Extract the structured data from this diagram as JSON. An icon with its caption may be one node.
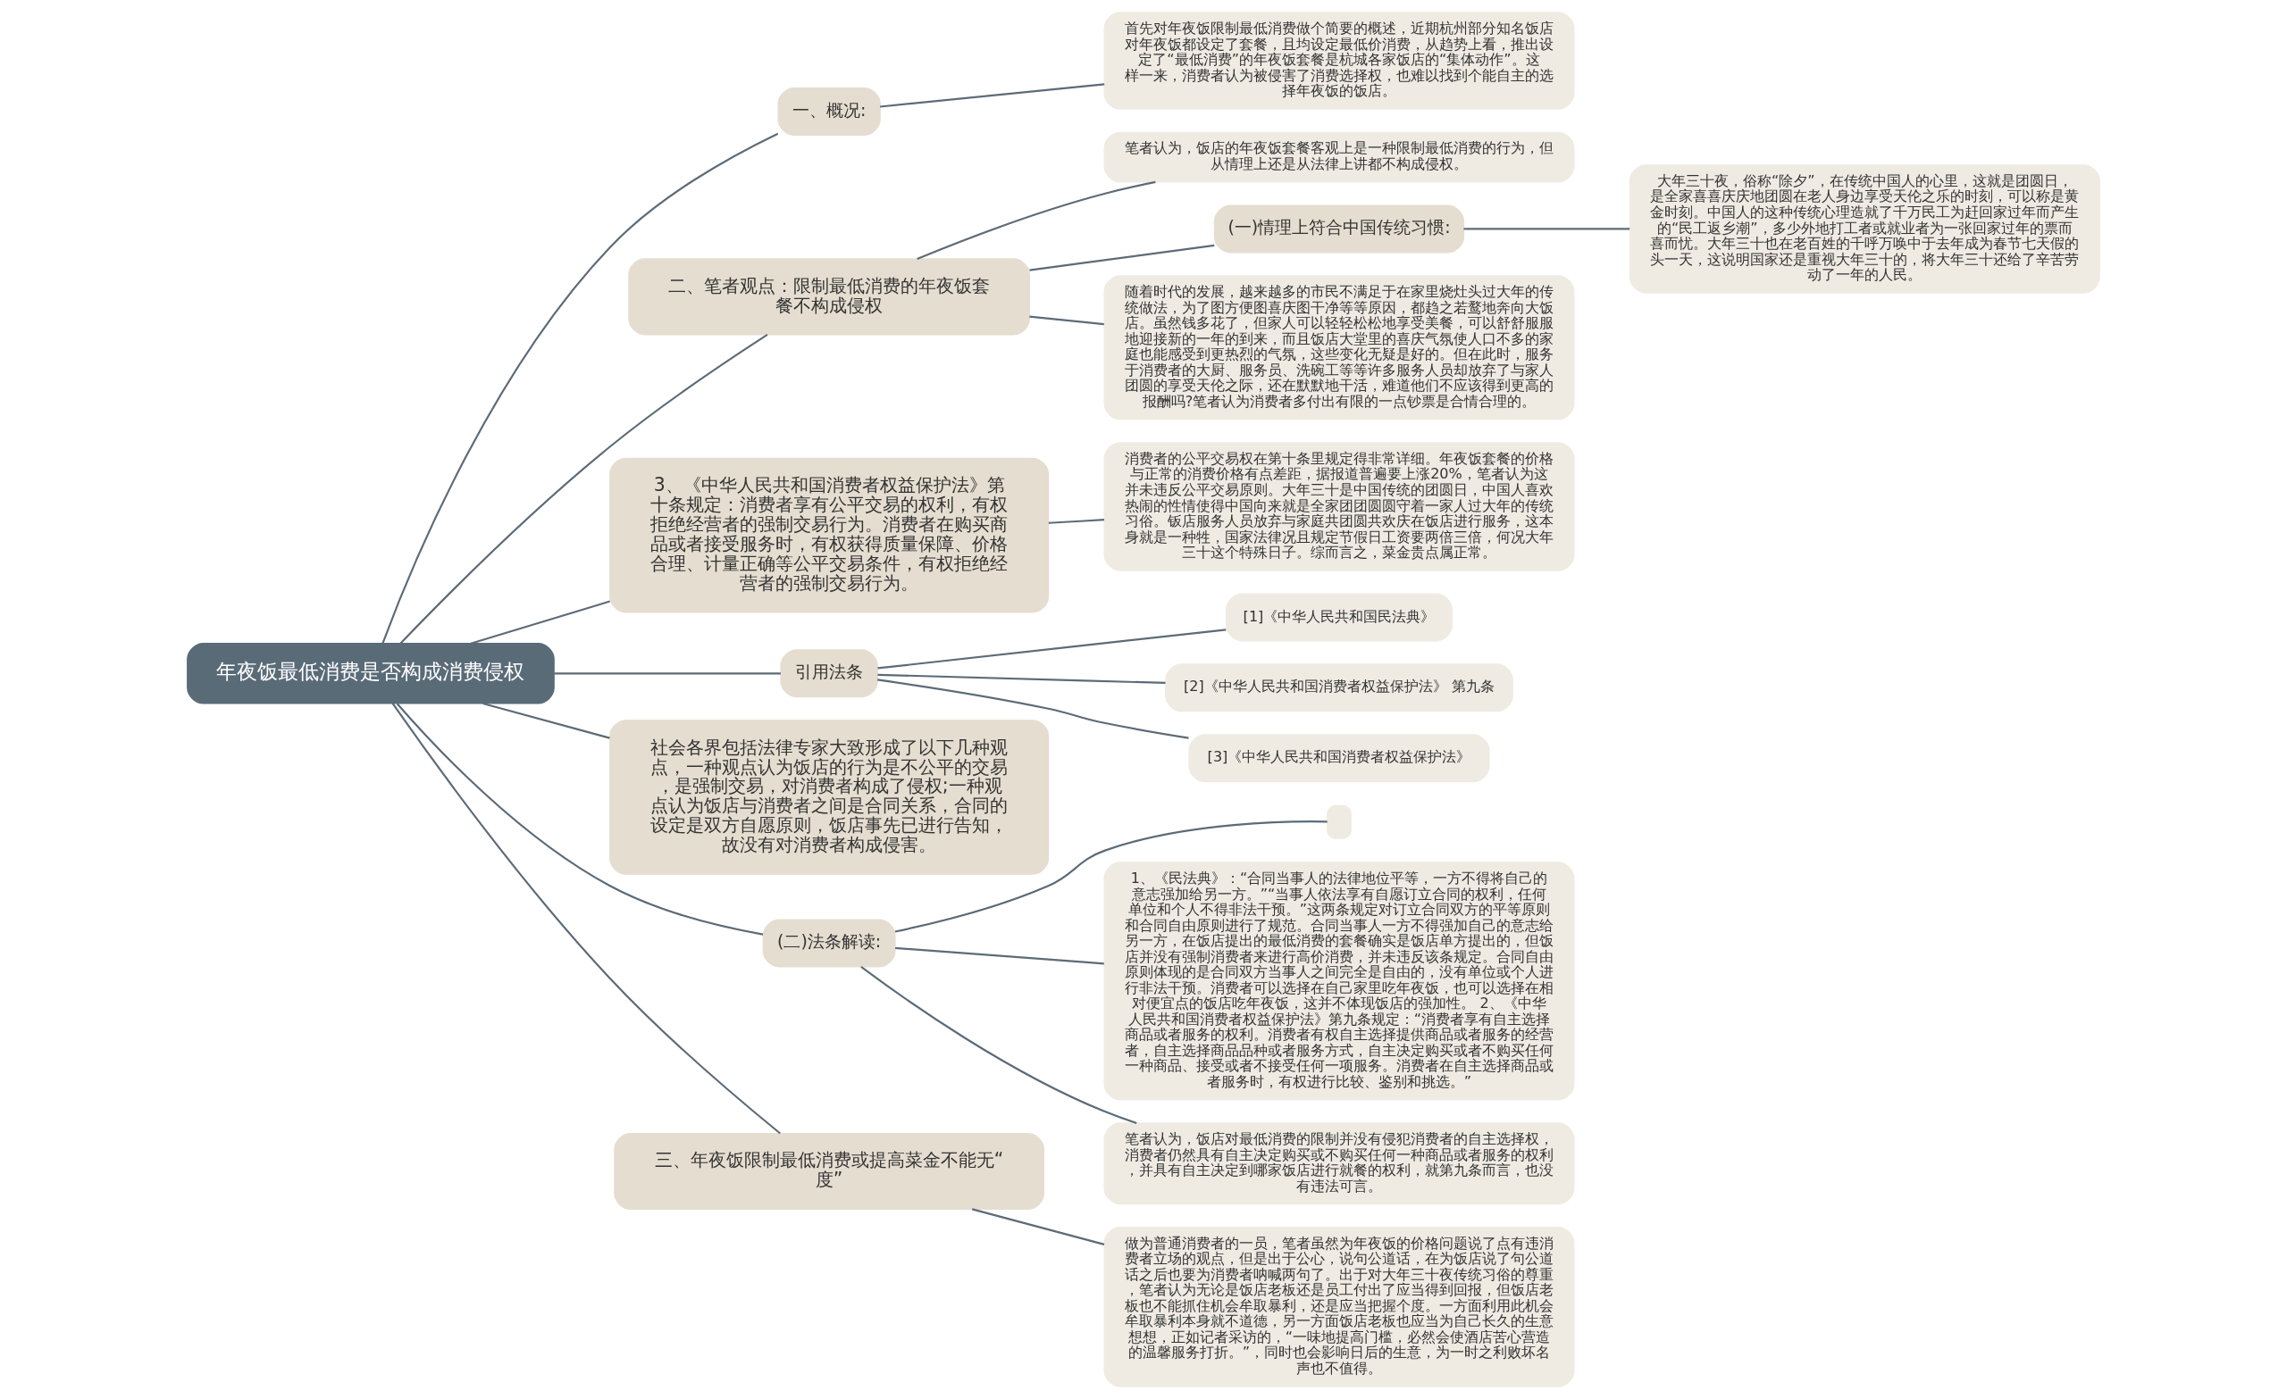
{
  "diagram": {
    "nodes": [
      {
        "text": [
          "年夜饭最低消费是否构成消费侵权"
        ]
      },
      {
        "text": [
          "一、概况:"
        ]
      },
      {
        "text": [
          "首先对年夜饭限制最低消费做个简要的概述，近期杭州部分知名饭店对年夜饭都设定了套餐，且均设定最低价消费，从趋势上看，推出设定了“最低消费”的年夜饭套餐是杭城各家饭店的“集体动作”。这样一来，消费者认为被侵害了消费选择权，也难以找到个能自主的选择年夜饭的饭店。"
        ]
      },
      {
        "text": [
          "二、笔者观点：限制最低消费的年夜饭套餐不构成侵权"
        ]
      },
      {
        "text": [
          "笔者认为，饭店的年夜饭套餐客观上是一种限制最低消费的行为，但从情理上还是从法律上讲都不构成侵权。"
        ]
      },
      {
        "text": [
          "(一)情理上符合中国传统习惯:"
        ]
      },
      {
        "text": [
          "大年三十夜，俗称“除夕”，在传统中国人的心里，这就是团圆日，是全家喜喜庆庆地团圆在老人身边享受天伦之乐的时刻，可以称是黄金时刻。中国人的这种传统心理造就了千万民工为赶回家过年而产生的“民工返乡潮”，多少外地打工者或就业者为一张回家过年的票而喜而忧。大年三十也在老百姓的千呼万唤中于去年成为春节七天假的头一天，这说明国家还是重视大年三十的，将大年三十还给了辛苦劳动了一年的人民。"
        ]
      },
      {
        "text": [
          "随着时代的发展，越来越多的市民不满足于在家里烧灶头过大年的传统做法，为了图方便图喜庆图干净等等原因，都趋之若鹜地奔向大饭店。虽然钱多花了，但家人可以轻轻松松地享受美餐，可以舒舒服服地迎接新的一年的到来，而且饭店大堂里的喜庆气氛使人口不多的家庭也能感受到更热烈的气氛，这些变化无疑是好的。但在此时，服务于消费者的大厨、服务员、洗碗工等等许多服务人员却放弃了与家人团圆的享受天伦之际，还在默默地干活，难道他们不应该得到更高的报酬吗?笔者认为消费者多付出有限的一点钞票是合情合理的。"
        ]
      },
      {
        "text": [
          "3、《中华人民共和国消费者权益保护法》第十条规定：消费者享有公平交易的权利，有权拒绝经营者的强制交易行为。消费者在购买商品或者接受服务时，有权获得质量保障、价格合理、计量正确等公平交易条件，有权拒绝经营者的强制交易行为。"
        ]
      },
      {
        "text": [
          "消费者的公平交易权在第十条里规定得非常详细。年夜饭套餐的价格与正常的消费价格有点差距，据报道普遍要上涨20%，笔者认为这并未违反公平交易原则。大年三十是中国传统的团圆日，中国人喜欢热闹的性情使得中国向来就是全家团团圆圆守着一家人过大年的传统习俗。钣店服务人员放弃与家庭共团圆共欢庆在饭店进行服务，这本身就是一种牲，国家法律况且规定节假日工资要两倍三倍，何况大年三十这个特殊日子。综而言之，菜金贵点属正常。"
        ]
      },
      {
        "text": [
          "引用法条"
        ]
      },
      {
        "text": [
          "[1]《中华人民共和国民法典》"
        ]
      },
      {
        "text": [
          "[2]《中华人民共和国消费者权益保护法》 第九条"
        ]
      },
      {
        "text": [
          "[3]《中华人民共和国消费者权益保护法》"
        ]
      },
      {
        "text": [
          "社会各界包括法律专家大致形成了以下几种观点，一种观点认为饭店的行为是不公平的交易，是强制交易，对消费者构成了侵权;一种观点认为饭店与消费者之间是合同关系，合同的设定是双方自愿原则，饭店事先已进行告知，故没有对消费者构成侵害。"
        ]
      },
      {
        "text": [
          "(二)法条解读:"
        ]
      },
      {
        "text": [],
        "shape": "box"
      },
      {
        "text": [
          "1、《民法典》：“合同当事人的法律地位平等，一方不得将自己的意志强加给另一方。”“当事人依法享有自愿订立合同的权利，任何单位和个人不得非法干预。”这两条规定对订立合同双方的平等原则和合同自由原则进行了规范。合同当事人一方不得强加自己的意志给另一方，在饭店提出的最低消费的套餐确实是饭店单方提出的，但饭店并没有强制消费者来进行高价消费，并未违反该条规定。合同自由原则体现的是合同双方当事人之间完全是自由的，没有单位或个人进行非法干预。消费者可以选择在自己家里吃年夜饭，也可以选择在相对便宜点的饭店吃年夜饭，这并不体现饭店的强加性。 2、《中华人民共和国消费者权益保护法》第九条规定：“消费者享有自主选择商品或者服务的权利。消费者有权自主选择提供商品或者服务的经营者，自主选择商品品种或者服务方式，自主决定购买或者不购买任何一种商品、接受或者不接受任何一项服务。消费者在自主选择商品或者服务时，有权进行比较、鉴别和挑选。”"
        ]
      },
      {
        "text": [
          "笔者认为，饭店对最低消费的限制并没有侵犯消费者的自主选择权，消费者仍然具有自主决定购买或不购买任何一种商品或者服务的权利，并具有自主决定到哪家饭店进行就餐的权利，就第九条而言，也没有违法可言。"
        ]
      },
      {
        "text": [
          "三、年夜饭限制最低消费或提高菜金不能无“度”"
        ]
      },
      {
        "text": [
          "做为普通消费者的一员，笔者虽然为年夜饭的价格问题说了点有违消费者立场的观点，但是出于公心，说句公道话，在为饭店说了句公道话之后也要为消费者呐喊两句了。出于对大年三十夜传统习俗的尊重，笔者认为无论是饭店老板还是员工付出了应当得到回报，但饭店老板也不能抓住机会牟取暴利，还是应当把握个度。一方面利用此机会牟取暴利本身就不道德，另一方面饭店老板也应当为自己长久的生意想想，正如记者采访的，“一味地提高门槛，必然会使酒店苦心营造的温馨服务打折。”，同时也会影响日后的生意，为一时之利败坏名声也不值得。"
        ]
      }
    ],
    "edges": [
      {
        "from": 0,
        "to": 1,
        "arrow": "none"
      },
      {
        "from": 1,
        "to": 2,
        "arrow": "none"
      },
      {
        "from": 0,
        "to": 3,
        "arrow": "none"
      },
      {
        "from": 3,
        "to": 4,
        "arrow": "none"
      },
      {
        "from": 3,
        "to": 5,
        "arrow": "none"
      },
      {
        "from": 5,
        "to": 6,
        "arrow": "none"
      },
      {
        "from": 3,
        "to": 7,
        "arrow": "none"
      },
      {
        "from": 0,
        "to": 8,
        "arrow": "none"
      },
      {
        "from": 8,
        "to": 9,
        "arrow": "none"
      },
      {
        "from": 0,
        "to": 10,
        "arrow": "none"
      },
      {
        "from": 10,
        "to": 11,
        "arrow": "none"
      },
      {
        "from": 10,
        "to": 12,
        "arrow": "none"
      },
      {
        "from": 10,
        "to": 13,
        "arrow": "none"
      },
      {
        "from": 0,
        "to": 14,
        "arrow": "none"
      },
      {
        "from": 0,
        "to": 15,
        "arrow": "none"
      },
      {
        "from": 15,
        "to": 16,
        "arrow": "none"
      },
      {
        "from": 15,
        "to": 17,
        "arrow": "none"
      },
      {
        "from": 15,
        "to": 18,
        "arrow": "none"
      },
      {
        "from": 0,
        "to": 19,
        "arrow": "none"
      },
      {
        "from": 19,
        "to": 20,
        "arrow": "none"
      }
    ]
  }
}
